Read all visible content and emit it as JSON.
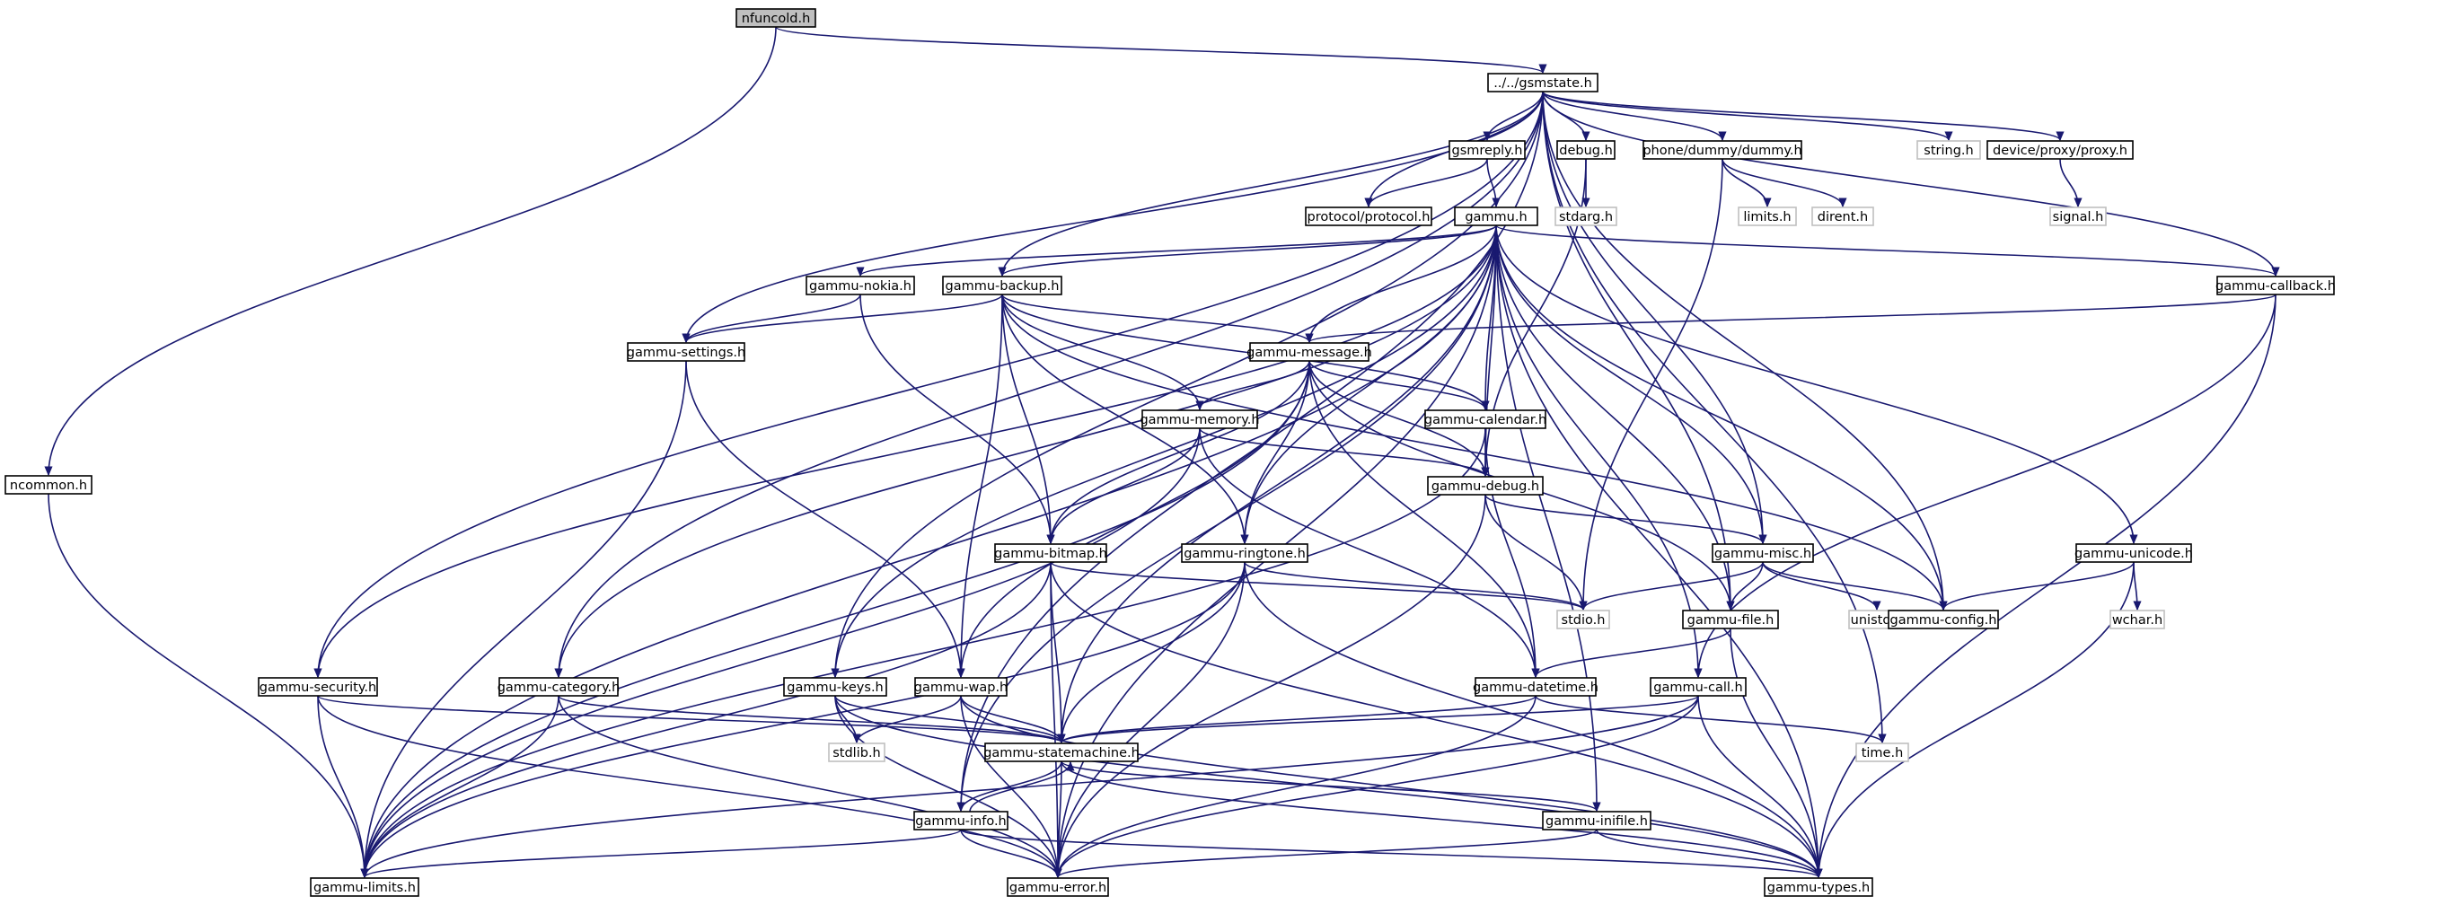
{
  "diagram": {
    "kind": "include dependency graph",
    "colors": {
      "edge": "#191970",
      "root_fill": "#bfbfbf",
      "box_border": "#000000",
      "system_border": "#bfbfbf"
    },
    "nodes": [
      {
        "id": "nfuncold",
        "label": "nfuncold.h",
        "style": "root"
      },
      {
        "id": "gsmstate",
        "label": "../../gsmstate.h",
        "style": "dep"
      },
      {
        "id": "ncommon",
        "label": "ncommon.h",
        "style": "dep"
      },
      {
        "id": "gsmreply",
        "label": "gsmreply.h",
        "style": "dep"
      },
      {
        "id": "debugh",
        "label": "debug.h",
        "style": "dep"
      },
      {
        "id": "dummy",
        "label": "phone/dummy/dummy.h",
        "style": "dep"
      },
      {
        "id": "stringh",
        "label": "string.h",
        "style": "sys"
      },
      {
        "id": "proxy",
        "label": "device/proxy/proxy.h",
        "style": "dep"
      },
      {
        "id": "protocol",
        "label": "protocol/protocol.h",
        "style": "dep"
      },
      {
        "id": "gammu",
        "label": "gammu.h",
        "style": "dep"
      },
      {
        "id": "stdarg",
        "label": "stdarg.h",
        "style": "sys"
      },
      {
        "id": "limits",
        "label": "limits.h",
        "style": "sys"
      },
      {
        "id": "dirent",
        "label": "dirent.h",
        "style": "sys"
      },
      {
        "id": "signal",
        "label": "signal.h",
        "style": "sys"
      },
      {
        "id": "nokia",
        "label": "gammu-nokia.h",
        "style": "dep"
      },
      {
        "id": "backup",
        "label": "gammu-backup.h",
        "style": "dep"
      },
      {
        "id": "callback",
        "label": "gammu-callback.h",
        "style": "dep"
      },
      {
        "id": "settings",
        "label": "gammu-settings.h",
        "style": "dep"
      },
      {
        "id": "message",
        "label": "gammu-message.h",
        "style": "dep"
      },
      {
        "id": "memory",
        "label": "gammu-memory.h",
        "style": "dep"
      },
      {
        "id": "calendar",
        "label": "gammu-calendar.h",
        "style": "dep"
      },
      {
        "id": "gdebug",
        "label": "gammu-debug.h",
        "style": "dep"
      },
      {
        "id": "bitmap",
        "label": "gammu-bitmap.h",
        "style": "dep"
      },
      {
        "id": "ringtone",
        "label": "gammu-ringtone.h",
        "style": "dep"
      },
      {
        "id": "misc",
        "label": "gammu-misc.h",
        "style": "dep"
      },
      {
        "id": "unicode",
        "label": "gammu-unicode.h",
        "style": "dep"
      },
      {
        "id": "stdio",
        "label": "stdio.h",
        "style": "sys"
      },
      {
        "id": "unistd",
        "label": "unistd.h",
        "style": "sys"
      },
      {
        "id": "config",
        "label": "gammu-config.h",
        "style": "dep"
      },
      {
        "id": "wchar",
        "label": "wchar.h",
        "style": "sys"
      },
      {
        "id": "file",
        "label": "gammu-file.h",
        "style": "dep"
      },
      {
        "id": "security",
        "label": "gammu-security.h",
        "style": "dep"
      },
      {
        "id": "category",
        "label": "gammu-category.h",
        "style": "dep"
      },
      {
        "id": "keys",
        "label": "gammu-keys.h",
        "style": "dep"
      },
      {
        "id": "wap",
        "label": "gammu-wap.h",
        "style": "dep"
      },
      {
        "id": "datetime",
        "label": "gammu-datetime.h",
        "style": "dep"
      },
      {
        "id": "call",
        "label": "gammu-call.h",
        "style": "dep"
      },
      {
        "id": "stdlib",
        "label": "stdlib.h",
        "style": "sys"
      },
      {
        "id": "statemachine",
        "label": "gammu-statemachine.h",
        "style": "dep"
      },
      {
        "id": "timeh",
        "label": "time.h",
        "style": "sys"
      },
      {
        "id": "info",
        "label": "gammu-info.h",
        "style": "dep"
      },
      {
        "id": "inifile",
        "label": "gammu-inifile.h",
        "style": "dep"
      },
      {
        "id": "glimits",
        "label": "gammu-limits.h",
        "style": "dep"
      },
      {
        "id": "error",
        "label": "gammu-error.h",
        "style": "dep"
      },
      {
        "id": "types",
        "label": "gammu-types.h",
        "style": "dep"
      }
    ],
    "edges": [
      [
        "nfuncold",
        "gsmstate"
      ],
      [
        "nfuncold",
        "ncommon"
      ],
      [
        "ncommon",
        "glimits"
      ],
      [
        "gsmstate",
        "gsmreply"
      ],
      [
        "gsmstate",
        "debugh"
      ],
      [
        "gsmstate",
        "dummy"
      ],
      [
        "gsmstate",
        "stringh"
      ],
      [
        "gsmstate",
        "proxy"
      ],
      [
        "gsmstate",
        "protocol"
      ],
      [
        "gsmstate",
        "callback"
      ],
      [
        "gsmstate",
        "backup"
      ],
      [
        "gsmstate",
        "settings"
      ],
      [
        "gsmstate",
        "misc"
      ],
      [
        "gsmstate",
        "config"
      ],
      [
        "gsmstate",
        "file"
      ],
      [
        "gsmstate",
        "timeh"
      ],
      [
        "gsmstate",
        "security"
      ],
      [
        "gsmstate",
        "category"
      ],
      [
        "gsmstate",
        "keys"
      ],
      [
        "gsmstate",
        "info"
      ],
      [
        "gsmreply",
        "protocol"
      ],
      [
        "gsmreply",
        "gammu"
      ],
      [
        "debugh",
        "stdarg"
      ],
      [
        "debugh",
        "gdebug"
      ],
      [
        "dummy",
        "limits"
      ],
      [
        "dummy",
        "dirent"
      ],
      [
        "dummy",
        "stdio"
      ],
      [
        "proxy",
        "signal"
      ],
      [
        "gammu",
        "nokia"
      ],
      [
        "gammu",
        "backup"
      ],
      [
        "gammu",
        "callback"
      ],
      [
        "gammu",
        "message"
      ],
      [
        "gammu",
        "calendar"
      ],
      [
        "gammu",
        "gdebug"
      ],
      [
        "gammu",
        "ringtone"
      ],
      [
        "gammu",
        "misc"
      ],
      [
        "gammu",
        "unicode"
      ],
      [
        "gammu",
        "config"
      ],
      [
        "gammu",
        "file"
      ],
      [
        "gammu",
        "security"
      ],
      [
        "gammu",
        "category"
      ],
      [
        "gammu",
        "keys"
      ],
      [
        "gammu",
        "statemachine"
      ],
      [
        "gammu",
        "call"
      ],
      [
        "gammu",
        "glimits"
      ],
      [
        "gammu",
        "error"
      ],
      [
        "gammu",
        "types"
      ],
      [
        "gammu",
        "inifile"
      ],
      [
        "gammu",
        "info"
      ],
      [
        "nokia",
        "settings"
      ],
      [
        "nokia",
        "bitmap"
      ],
      [
        "backup",
        "settings"
      ],
      [
        "backup",
        "message"
      ],
      [
        "backup",
        "memory"
      ],
      [
        "backup",
        "calendar"
      ],
      [
        "backup",
        "bitmap"
      ],
      [
        "backup",
        "ringtone"
      ],
      [
        "backup",
        "wap"
      ],
      [
        "backup",
        "config"
      ],
      [
        "callback",
        "message"
      ],
      [
        "callback",
        "call"
      ],
      [
        "callback",
        "types"
      ],
      [
        "settings",
        "glimits"
      ],
      [
        "settings",
        "wap"
      ],
      [
        "message",
        "memory"
      ],
      [
        "message",
        "calendar"
      ],
      [
        "message",
        "gdebug"
      ],
      [
        "message",
        "bitmap"
      ],
      [
        "message",
        "ringtone"
      ],
      [
        "message",
        "wap"
      ],
      [
        "message",
        "datetime"
      ],
      [
        "message",
        "file"
      ],
      [
        "message",
        "glimits"
      ],
      [
        "memory",
        "gdebug"
      ],
      [
        "memory",
        "bitmap"
      ],
      [
        "memory",
        "datetime"
      ],
      [
        "memory",
        "glimits"
      ],
      [
        "calendar",
        "gdebug"
      ],
      [
        "calendar",
        "datetime"
      ],
      [
        "calendar",
        "glimits"
      ],
      [
        "gdebug",
        "stdio"
      ],
      [
        "gdebug",
        "misc"
      ],
      [
        "gdebug",
        "error"
      ],
      [
        "bitmap",
        "stdio"
      ],
      [
        "bitmap",
        "statemachine"
      ],
      [
        "bitmap",
        "error"
      ],
      [
        "bitmap",
        "types"
      ],
      [
        "bitmap",
        "glimits"
      ],
      [
        "ringtone",
        "stdio"
      ],
      [
        "ringtone",
        "statemachine"
      ],
      [
        "ringtone",
        "error"
      ],
      [
        "ringtone",
        "types"
      ],
      [
        "ringtone",
        "glimits"
      ],
      [
        "misc",
        "stdio"
      ],
      [
        "misc",
        "unistd"
      ],
      [
        "misc",
        "config"
      ],
      [
        "misc",
        "file"
      ],
      [
        "unicode",
        "config"
      ],
      [
        "unicode",
        "wchar"
      ],
      [
        "unicode",
        "types"
      ],
      [
        "file",
        "datetime"
      ],
      [
        "file",
        "types"
      ],
      [
        "security",
        "glimits"
      ],
      [
        "security",
        "statemachine"
      ],
      [
        "security",
        "error"
      ],
      [
        "category",
        "glimits"
      ],
      [
        "category",
        "statemachine"
      ],
      [
        "category",
        "error"
      ],
      [
        "keys",
        "stdlib"
      ],
      [
        "keys",
        "statemachine"
      ],
      [
        "keys",
        "error"
      ],
      [
        "keys",
        "types"
      ],
      [
        "wap",
        "stdlib"
      ],
      [
        "wap",
        "statemachine"
      ],
      [
        "wap",
        "error"
      ],
      [
        "wap",
        "types"
      ],
      [
        "datetime",
        "timeh"
      ],
      [
        "datetime",
        "statemachine"
      ],
      [
        "datetime",
        "error"
      ],
      [
        "call",
        "statemachine"
      ],
      [
        "call",
        "glimits"
      ],
      [
        "call",
        "error"
      ],
      [
        "call",
        "types"
      ],
      [
        "statemachine",
        "info"
      ],
      [
        "statemachine",
        "inifile"
      ],
      [
        "statemachine",
        "error"
      ],
      [
        "statemachine",
        "types"
      ],
      [
        "info",
        "statemachine"
      ],
      [
        "info",
        "glimits"
      ],
      [
        "info",
        "error"
      ],
      [
        "info",
        "types"
      ],
      [
        "inifile",
        "error"
      ],
      [
        "inifile",
        "types"
      ]
    ]
  }
}
